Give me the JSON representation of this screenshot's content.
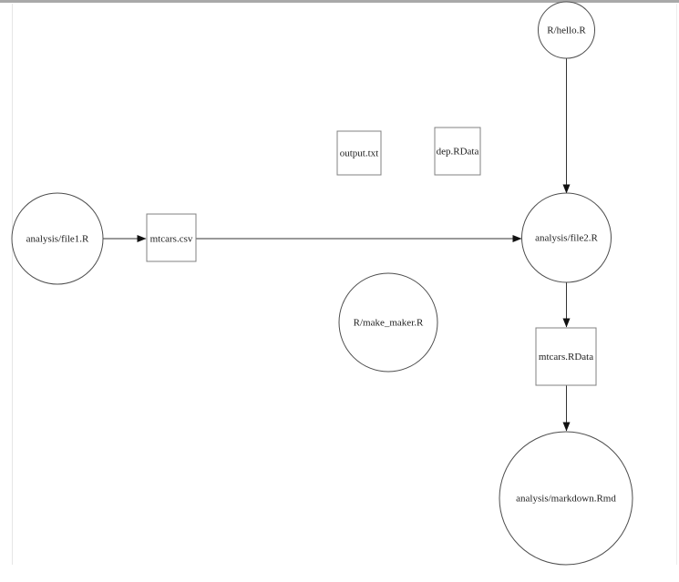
{
  "diagram": {
    "type": "dependency-graph",
    "nodes": [
      {
        "id": "hello",
        "label": "R/hello.R",
        "shape": "circle"
      },
      {
        "id": "output_txt",
        "label": "output.txt",
        "shape": "square"
      },
      {
        "id": "dep_rdata",
        "label": "dep.RData",
        "shape": "square"
      },
      {
        "id": "file1",
        "label": "analysis/file1.R",
        "shape": "circle"
      },
      {
        "id": "mtcars_csv",
        "label": "mtcars.csv",
        "shape": "square"
      },
      {
        "id": "file2",
        "label": "analysis/file2.R",
        "shape": "circle"
      },
      {
        "id": "make_maker",
        "label": "R/make_maker.R",
        "shape": "circle"
      },
      {
        "id": "mtcars_rdata",
        "label": "mtcars.RData",
        "shape": "square"
      },
      {
        "id": "markdown_rmd",
        "label": "analysis/markdown.Rmd",
        "shape": "circle"
      }
    ],
    "edges": [
      {
        "from": "analysis/file1.R",
        "to": "mtcars.csv"
      },
      {
        "from": "mtcars.csv",
        "to": "analysis/file2.R"
      },
      {
        "from": "R/hello.R",
        "to": "analysis/file2.R"
      },
      {
        "from": "analysis/file2.R",
        "to": "mtcars.RData"
      },
      {
        "from": "mtcars.RData",
        "to": "analysis/markdown.Rmd"
      }
    ],
    "colors": {
      "background": "#ffffff",
      "top_border": "#a9a9a9",
      "node_stroke_circle": "#4d4d4d",
      "node_stroke_square": "#808080",
      "edge": "#333333",
      "text": "#1c1c1c"
    }
  }
}
